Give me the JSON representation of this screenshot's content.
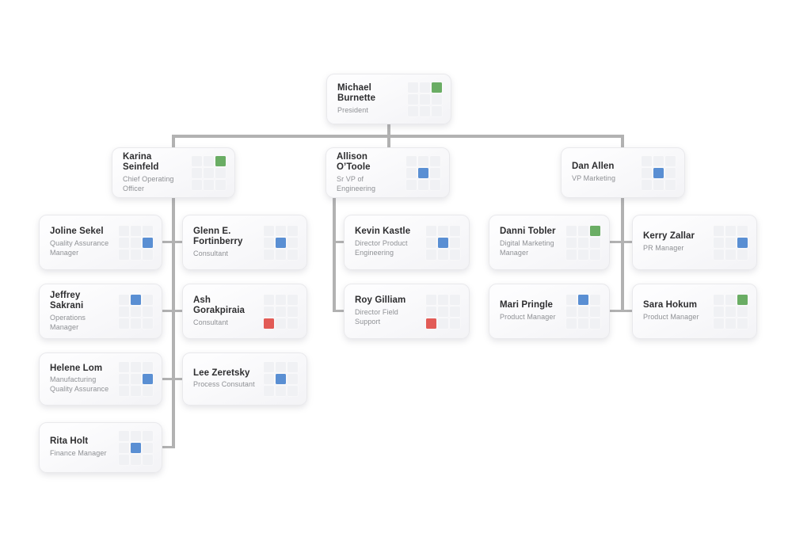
{
  "colors": {
    "green": "#6aad64",
    "blue": "#5a8fd3",
    "red": "#e25b56",
    "connector": "#b2b2b2",
    "grid_cell": "#f0f1f4"
  },
  "cards": [
    {
      "name": "Michael Burnette",
      "title": "President",
      "status_color": "green",
      "status_cell": 2,
      "reports_to": null
    },
    {
      "name": "Karina Seinfeld",
      "title": "Chief Operating Officer",
      "status_color": "green",
      "status_cell": 2,
      "reports_to": "Michael Burnette"
    },
    {
      "name": "Allison O’Toole",
      "title": "Sr VP of Engineering",
      "status_color": "blue",
      "status_cell": 4,
      "reports_to": "Michael Burnette"
    },
    {
      "name": "Dan Allen",
      "title": "VP Marketing",
      "status_color": "blue",
      "status_cell": 4,
      "reports_to": "Michael Burnette"
    },
    {
      "name": "Joline Sekel",
      "title": "Quality Assurance Manager",
      "status_color": "blue",
      "status_cell": 5,
      "reports_to": "Karina Seinfeld"
    },
    {
      "name": "Glenn E. Fortinberry",
      "title": "Consultant",
      "status_color": "blue",
      "status_cell": 4,
      "reports_to": "Karina Seinfeld"
    },
    {
      "name": "Jeffrey Sakrani",
      "title": "Operations Manager",
      "status_color": "blue",
      "status_cell": 1,
      "reports_to": "Karina Seinfeld"
    },
    {
      "name": "Ash Gorakpiraia",
      "title": "Consultant",
      "status_color": "red",
      "status_cell": 6,
      "reports_to": "Karina Seinfeld"
    },
    {
      "name": "Helene Lom",
      "title": "Manufacturing Quality Assurance",
      "status_color": "blue",
      "status_cell": 5,
      "reports_to": "Karina Seinfeld"
    },
    {
      "name": "Lee Zeretsky",
      "title": "Process Consutant",
      "status_color": "blue",
      "status_cell": 4,
      "reports_to": "Karina Seinfeld"
    },
    {
      "name": "Rita Holt",
      "title": "Finance Manager",
      "status_color": "blue",
      "status_cell": 4,
      "reports_to": "Karina Seinfeld"
    },
    {
      "name": "Kevin Kastle",
      "title": "Director Product Engineering",
      "status_color": "blue",
      "status_cell": 4,
      "reports_to": "Allison O’Toole"
    },
    {
      "name": "Roy Gilliam",
      "title": "Director Field Support",
      "status_color": "red",
      "status_cell": 6,
      "reports_to": "Allison O’Toole"
    },
    {
      "name": "Danni Tobler",
      "title": "Digital Marketing Manager",
      "status_color": "green",
      "status_cell": 2,
      "reports_to": "Dan Allen"
    },
    {
      "name": "Kerry Zallar",
      "title": "PR Manager",
      "status_color": "blue",
      "status_cell": 5,
      "reports_to": "Dan Allen"
    },
    {
      "name": "Mari Pringle",
      "title": "Product Manager",
      "status_color": "blue",
      "status_cell": 1,
      "reports_to": "Dan Allen"
    },
    {
      "name": "Sara Hokum",
      "title": "Product Manager",
      "status_color": "green",
      "status_cell": 2,
      "reports_to": "Dan Allen"
    }
  ]
}
